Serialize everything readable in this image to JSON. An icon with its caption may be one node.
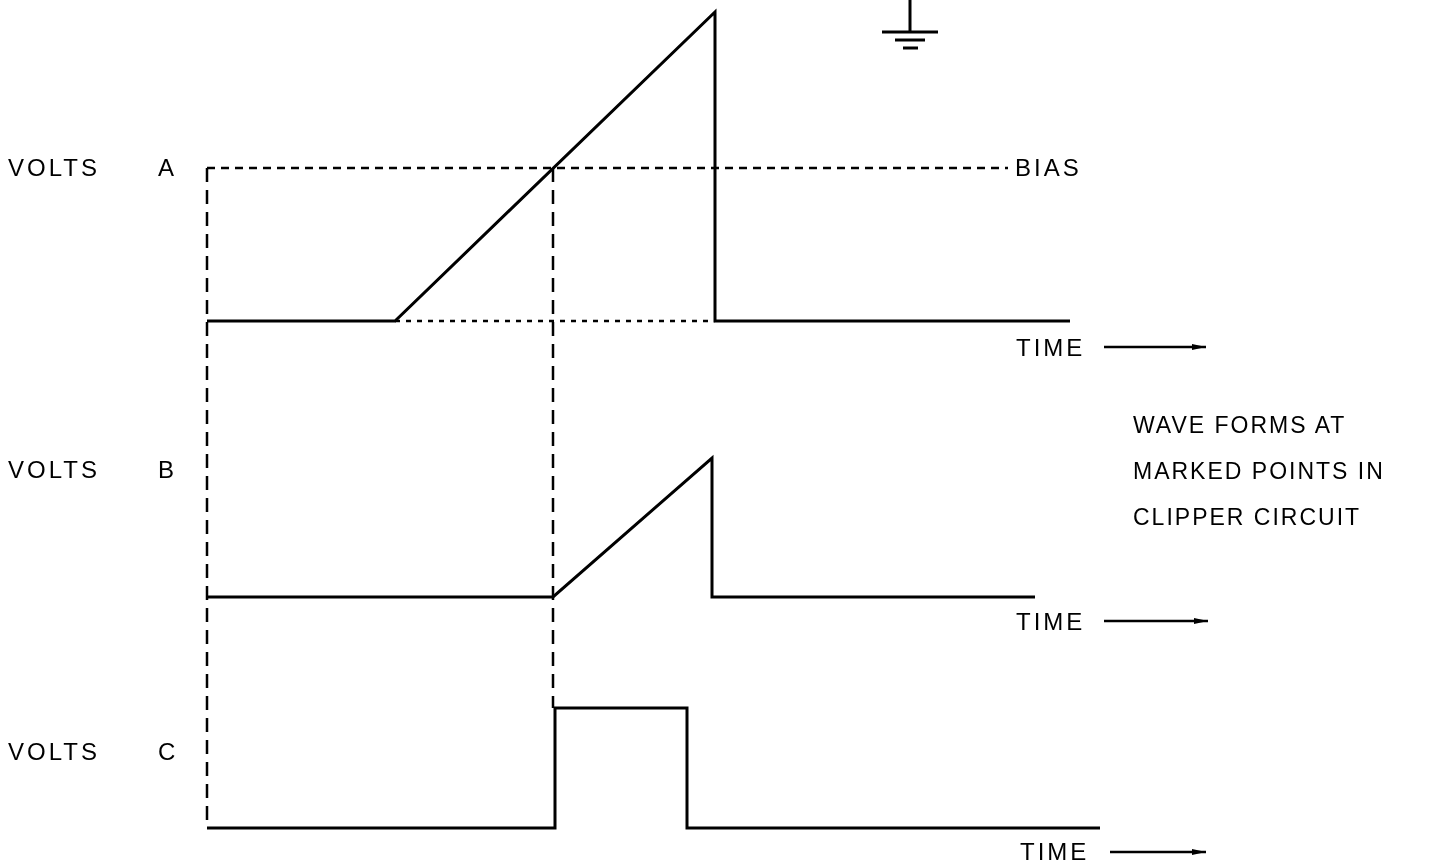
{
  "diagram": {
    "caption": "WAVE FORMS AT MARKED POINTS IN CLIPPER CIRCUIT",
    "labels": [
      "VOLTS",
      "A",
      "BIAS",
      "TIME",
      "VOLTS",
      "B",
      "TIME",
      "VOLTS",
      "C",
      "TIME"
    ]
  }
}
